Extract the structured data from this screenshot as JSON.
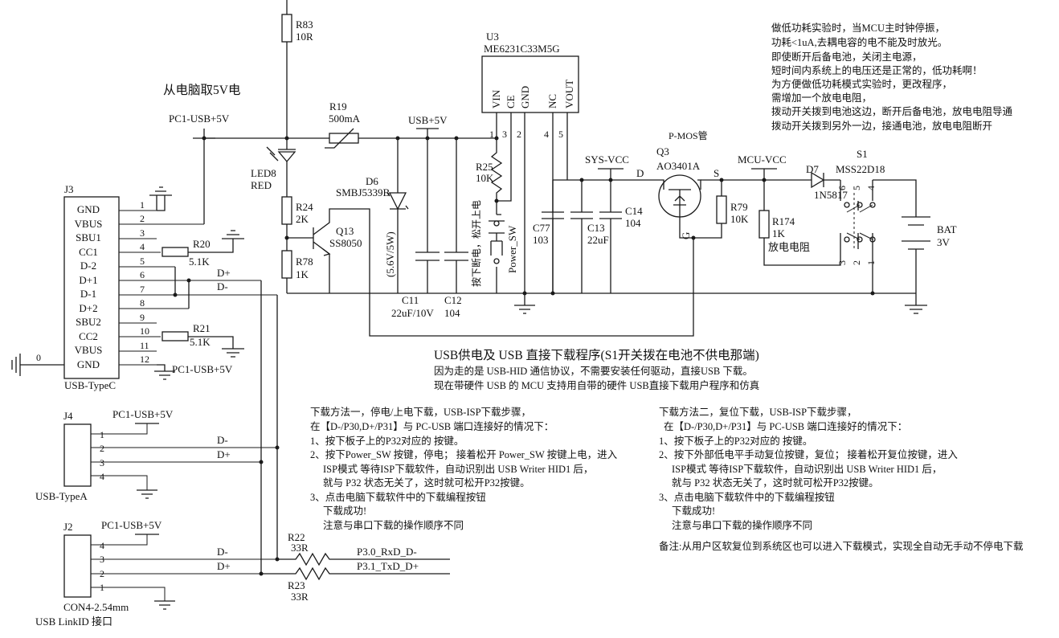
{
  "title_section": {
    "pc_5v_note": "从电脑取5V电",
    "usb_title": "USB供电及 USB 直接下载程序(S1开关拨在电池不供电那端)",
    "usb_line1": "因为走的是 USB-HID 通信协议，不需要安装任何驱动，直接USB 下载。",
    "usb_line2": "现在带硬件 USB 的 MCU 支持用自带的硬件 USB直接下载用户程序和仿真"
  },
  "note_top_right": [
    "做低功耗实验时，当MCU主时钟停振，",
    "功耗<1uA,去耦电容的电不能及时放光。",
    "即使断开后备电池，关闭主电源，",
    "短时间内系统上的电压还是正常的，低功耗啊！",
    "为方便做低功耗模式实验时，更改程序，",
    "需增加一个放电电阻，",
    "拨动开关拨到电池这边，断开后备电池，放电电阻导通",
    "拨动开关拨到另外一边，接通电池，放电电阻断开"
  ],
  "method1": [
    "下载方法一，停电/上电下载，USB-ISP下载步骤，",
    "在【D-/P30,D+/P31】与 PC-USB 端口连接好的情况下：",
    "1、按下板子上的P32对应的 按键。",
    "2、按下Power_SW 按键，停电；  接着松开 Power_SW 按键上电，进入",
    "ISP模式 等待ISP下载软件，自动识别出  USB Writer HID1 后，",
    "就与 P32 状态无关了，这时就可松开P32按键。",
    "3、点击电脑下载软件中的下载编程按钮",
    "下载成功!",
    "注意与串口下载的操作顺序不同"
  ],
  "method2": [
    "下载方法二，复位下载，USB-ISP下载步骤，",
    "在【D-/P30,D+/P31】与 PC-USB 端口连接好的情况下：",
    "1、按下板子上的P32对应的 按键。",
    "2、按下外部低电平手动复位按键，复位；  接着松开复位按键，进入",
    "ISP模式 等待ISP下载软件，自动识别出  USB Writer HID1 后，",
    "就与 P32 状态无关了，这时就可松开P32按键。",
    "3、点击电脑下载软件中的下载编程按钮",
    "下载成功!",
    "注意与串口下载的操作顺序不同"
  ],
  "remark": "备注:从用户区软复位到系统区也可以进入下载模式，实现全自动无手动不停电下载",
  "j3": {
    "ref": "J3",
    "name": "USB-TypeC",
    "pins": [
      "GND",
      "VBUS",
      "SBU1",
      "CC1",
      "D-2",
      "D+1",
      "D-1",
      "D+2",
      "SBU2",
      "CC2",
      "VBUS",
      "GND"
    ],
    "nums": [
      "1",
      "2",
      "3",
      "4",
      "5",
      "6",
      "7",
      "8",
      "9",
      "10",
      "11",
      "12"
    ],
    "shield": "0"
  },
  "j4": {
    "ref": "J4",
    "name": "USB-TypeA",
    "nums": [
      "1",
      "2",
      "3",
      "4"
    ]
  },
  "j2": {
    "ref": "J2",
    "name": "CON4-2.54mm",
    "sub": "USB LinkID 接口",
    "nums": [
      "4",
      "3",
      "2",
      "1"
    ]
  },
  "nets": {
    "pc_usb_5v": "PC1-USB+5V",
    "usb_5v": "USB+5V",
    "sys_vcc": "SYS-VCC",
    "mcu_vcc": "MCU-VCC",
    "d_plus": "D+",
    "d_minus": "D-",
    "p30": "P3.0_RxD_D-",
    "p31": "P3.1_TxD_D+"
  },
  "parts": {
    "r83": {
      "ref": "R83",
      "val": "10R"
    },
    "r19": {
      "ref": "R19",
      "val": "500mA"
    },
    "led8": {
      "ref": "LED8",
      "val": "RED"
    },
    "r24": {
      "ref": "R24",
      "val": "2K"
    },
    "r78": {
      "ref": "R78",
      "val": "1K"
    },
    "q13": {
      "ref": "Q13",
      "val": "SS8050"
    },
    "d6": {
      "ref": "D6",
      "val": "SMBJ5339B",
      "note": "(5.6V/5W)"
    },
    "c11": {
      "ref": "C11",
      "val": "22uF/10V"
    },
    "c12": {
      "ref": "C12",
      "val": "104"
    },
    "r25": {
      "ref": "R25",
      "val": "10K"
    },
    "sw_note": "按下断电，松开上电",
    "power_sw": "Power_SW",
    "u3": {
      "ref": "U3",
      "val": "ME6231C33M5G",
      "pins": [
        "VIN",
        "CE",
        "GND",
        "NC",
        "VOUT"
      ],
      "nums": [
        "1",
        "3",
        "2",
        "4",
        "5"
      ]
    },
    "c77": {
      "ref": "C77",
      "val": "103"
    },
    "c13": {
      "ref": "C13",
      "val": "22uF"
    },
    "c14": {
      "ref": "C14",
      "val": "104"
    },
    "q3": {
      "ref": "Q3",
      "val": "AO3401A",
      "type": "P-MOS管",
      "d": "D",
      "s": "S",
      "g": "G"
    },
    "r79": {
      "ref": "R79",
      "val": "10K"
    },
    "r174": {
      "ref": "R174",
      "val": "1K",
      "note": "放电电阻"
    },
    "d7": {
      "ref": "D7",
      "val": "1N5817"
    },
    "s1": {
      "ref": "S1",
      "val": "MSS22D18",
      "pins_top": [
        "6",
        "5",
        "4"
      ],
      "pins_bot": [
        "3",
        "2",
        "1"
      ]
    },
    "bat": {
      "ref": "BAT",
      "val": "3V"
    },
    "r20": {
      "ref": "R20",
      "val": "5.1K"
    },
    "r21": {
      "ref": "R21",
      "val": "5.1K"
    },
    "r22": {
      "ref": "R22",
      "val": "33R"
    },
    "r23": {
      "ref": "R23",
      "val": "33R"
    }
  }
}
